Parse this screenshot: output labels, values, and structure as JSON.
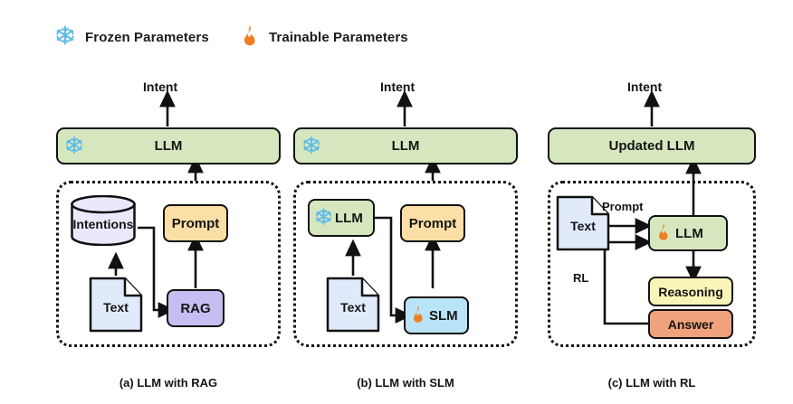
{
  "legend": [
    {
      "id": "frozen",
      "icon": "snowflake-icon",
      "label": "Frozen Parameters",
      "color": "#5bbbe8"
    },
    {
      "id": "trainable",
      "icon": "flame-icon",
      "label": "Trainable Parameters",
      "color": "#f07d22"
    }
  ],
  "colors": {
    "green": "#d6e7c0",
    "amber": "#fcdfa6",
    "purple": "#c7bdf2",
    "blue": "#b9e3f6",
    "yellow": "#f9f5b9",
    "salmon": "#f0a27c",
    "lavender": "#ece7fb",
    "document": "#e0eafb",
    "stroke": "#111111",
    "snowflake": "#5bbbe8",
    "flame": "#f07d22"
  },
  "panels": [
    {
      "id": "a",
      "caption": "(a) LLM with RAG",
      "output_label": "Intent",
      "top_model": {
        "label": "LLM",
        "icon": "snowflake-icon",
        "color": "green"
      },
      "nodes": [
        {
          "id": "intentions",
          "label": "Intentions",
          "shape": "cylinder",
          "color": "lavender"
        },
        {
          "id": "text",
          "label": "Text",
          "shape": "document",
          "color": "document"
        },
        {
          "id": "rag",
          "label": "RAG",
          "shape": "box",
          "color": "purple"
        },
        {
          "id": "prompt",
          "label": "Prompt",
          "shape": "box",
          "color": "amber"
        }
      ],
      "edges": [
        {
          "from": "text",
          "to": "intentions"
        },
        {
          "from": "intentions",
          "to": "rag"
        },
        {
          "from": "rag",
          "to": "prompt"
        },
        {
          "from": "prompt",
          "to": "top_model"
        },
        {
          "from": "top_model",
          "to": "output_label"
        }
      ]
    },
    {
      "id": "b",
      "caption": "(b) LLM with SLM",
      "output_label": "Intent",
      "top_model": {
        "label": "LLM",
        "icon": "snowflake-icon",
        "color": "green"
      },
      "nodes": [
        {
          "id": "inner_llm",
          "label": "LLM",
          "shape": "box",
          "color": "green",
          "icon": "snowflake-icon"
        },
        {
          "id": "text",
          "label": "Text",
          "shape": "document",
          "color": "document"
        },
        {
          "id": "slm",
          "label": "SLM",
          "shape": "box",
          "color": "blue",
          "icon": "flame-icon"
        },
        {
          "id": "prompt",
          "label": "Prompt",
          "shape": "box",
          "color": "amber"
        }
      ],
      "edges": [
        {
          "from": "text",
          "to": "inner_llm"
        },
        {
          "from": "inner_llm",
          "to": "slm"
        },
        {
          "from": "slm",
          "to": "prompt"
        },
        {
          "from": "prompt",
          "to": "top_model"
        },
        {
          "from": "top_model",
          "to": "output_label"
        }
      ]
    },
    {
      "id": "c",
      "caption": "(c) LLM with RL",
      "output_label": "Intent",
      "top_model": {
        "label": "Updated LLM",
        "icon": "none",
        "color": "green"
      },
      "nodes": [
        {
          "id": "text",
          "label": "Text",
          "shape": "document",
          "color": "document"
        },
        {
          "id": "inner_llm",
          "label": "LLM",
          "shape": "box",
          "color": "green",
          "icon": "flame-icon"
        },
        {
          "id": "reasoning",
          "label": "Reasoning",
          "shape": "box",
          "color": "yellow"
        },
        {
          "id": "answer",
          "label": "Answer",
          "shape": "box",
          "color": "salmon"
        }
      ],
      "edge_labels": [
        {
          "id": "prompt_label",
          "text": "Prompt"
        },
        {
          "id": "rl_label",
          "text": "RL"
        }
      ],
      "edges": [
        {
          "from": "text",
          "to": "inner_llm",
          "label": "Prompt"
        },
        {
          "from": "inner_llm",
          "to": "top_model",
          "bidirectional": true
        },
        {
          "from": "inner_llm",
          "to": "reasoning"
        },
        {
          "from": "answer",
          "to": "inner_llm",
          "label": "RL"
        }
      ]
    }
  ]
}
